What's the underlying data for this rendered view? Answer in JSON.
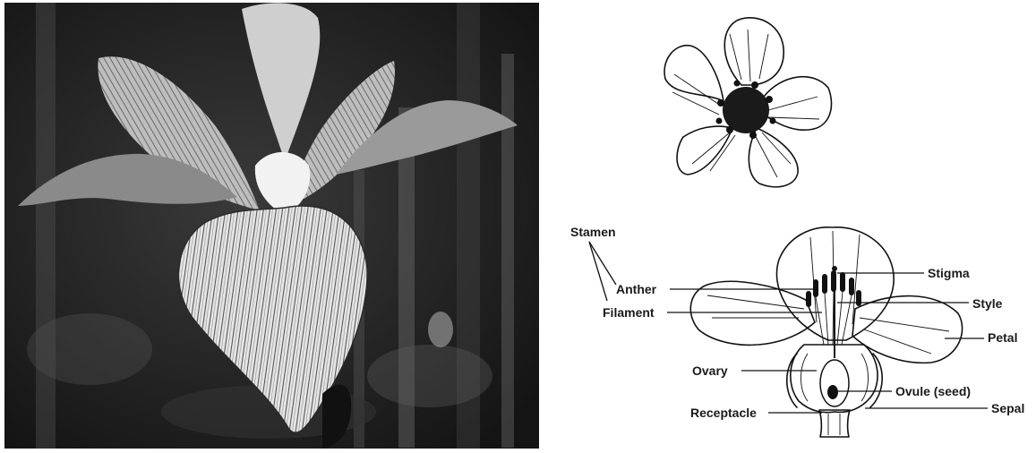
{
  "labels": {
    "stamen": "Stamen",
    "anther": "Anther",
    "filament": "Filament",
    "stigma": "Stigma",
    "style": "Style",
    "petal": "Petal",
    "ovary": "Ovary",
    "ovule": "Ovule (seed)",
    "receptacle": "Receptacle",
    "sepal": "Sepal"
  },
  "colors": {
    "photo_dark": "#1c1c1c",
    "petal_light": "#d9d9d9",
    "ink": "#111111",
    "background": "#ffffff"
  }
}
